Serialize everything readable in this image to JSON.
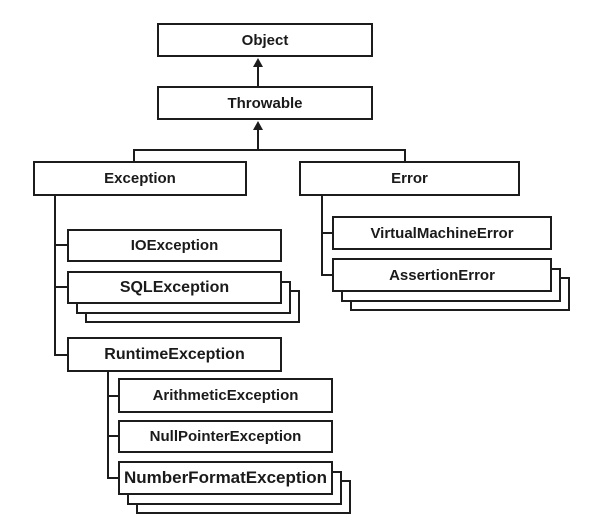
{
  "diagram": {
    "background_color": "#ffffff",
    "box_fill_color": "#ffffff",
    "border_color": "#1c1c1c",
    "text_color": "#1a1a1a",
    "nodes": {
      "object": {
        "label": "Object"
      },
      "throwable": {
        "label": "Throwable"
      },
      "exception": {
        "label": "Exception"
      },
      "error": {
        "label": "Error"
      },
      "ioexception": {
        "label": "IOException"
      },
      "sqlexception": {
        "label": "SQLException"
      },
      "runtimeexception": {
        "label": "RuntimeException"
      },
      "arithmeticexception": {
        "label": "ArithmeticException"
      },
      "nullpointerexception": {
        "label": "NullPointerException"
      },
      "numberformatexception": {
        "label": "NumberFormatException"
      },
      "virtualmachineerror": {
        "label": "VirtualMachineError"
      },
      "assertionerror": {
        "label": "AssertionError"
      }
    },
    "edges": [
      {
        "from": "throwable",
        "to": "object",
        "style": "arrow-up"
      },
      {
        "from": "branch",
        "to": "throwable",
        "style": "arrow-up"
      },
      {
        "from": "branch",
        "to": "exception",
        "style": "line"
      },
      {
        "from": "branch",
        "to": "error",
        "style": "line"
      },
      {
        "from": "exception",
        "to": "ioexception",
        "style": "line"
      },
      {
        "from": "exception",
        "to": "sqlexception",
        "style": "line"
      },
      {
        "from": "exception",
        "to": "runtimeexception",
        "style": "line"
      },
      {
        "from": "runtimeexception",
        "to": "arithmeticexception",
        "style": "line"
      },
      {
        "from": "runtimeexception",
        "to": "nullpointerexception",
        "style": "line"
      },
      {
        "from": "runtimeexception",
        "to": "numberformatexception",
        "style": "line"
      },
      {
        "from": "error",
        "to": "virtualmachineerror",
        "style": "line"
      },
      {
        "from": "error",
        "to": "assertionerror",
        "style": "line"
      }
    ],
    "stacked_nodes": [
      "sqlexception",
      "numberformatexception",
      "assertionerror"
    ]
  }
}
